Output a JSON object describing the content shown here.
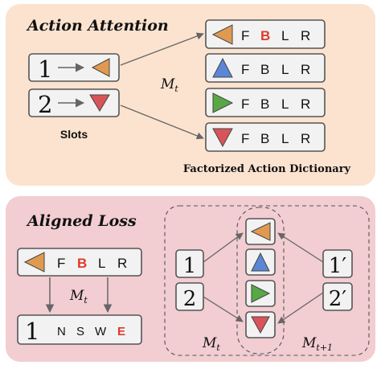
{
  "top_panel": {
    "title": "Action Attention",
    "slots_label": "Slots",
    "transform_label": "M",
    "transform_sub": "t",
    "dictionary_label": "Factorized Action Dictionary",
    "slots": [
      {
        "index": "1",
        "shape": "triangle-left",
        "color": "#e09a50"
      },
      {
        "index": "2",
        "shape": "triangle-down",
        "color": "#d9545a"
      }
    ],
    "dictionary_rows": [
      {
        "shape": "triangle-left",
        "color": "#e09a50",
        "letters": [
          "F",
          "B",
          "L",
          "R"
        ],
        "highlight": "B"
      },
      {
        "shape": "triangle-up",
        "color": "#5a86d6",
        "letters": [
          "F",
          "B",
          "L",
          "R"
        ],
        "highlight": ""
      },
      {
        "shape": "triangle-right",
        "color": "#58a845",
        "letters": [
          "F",
          "B",
          "L",
          "R"
        ],
        "highlight": ""
      },
      {
        "shape": "triangle-down",
        "color": "#d9545a",
        "letters": [
          "F",
          "B",
          "L",
          "R"
        ],
        "highlight": ""
      }
    ]
  },
  "bottom_panel": {
    "title": "Aligned Loss",
    "left": {
      "top_row": {
        "shape": "triangle-left",
        "color": "#e09a50",
        "letters": [
          "F",
          "B",
          "L",
          "R"
        ],
        "highlight": "B"
      },
      "transform_label": "M",
      "transform_sub": "t",
      "bottom_row": {
        "index": "1",
        "letters": [
          "N",
          "S",
          "W",
          "E"
        ],
        "highlight": "E"
      }
    },
    "right": {
      "left_indices": [
        "1",
        "2"
      ],
      "right_indices": [
        "1′",
        "2′"
      ],
      "shapes": [
        {
          "shape": "triangle-left",
          "color": "#e09a50"
        },
        {
          "shape": "triangle-up",
          "color": "#5a86d6"
        },
        {
          "shape": "triangle-right",
          "color": "#58a845"
        },
        {
          "shape": "triangle-down",
          "color": "#d9545a"
        }
      ],
      "label_left": "M",
      "label_left_sub": "t",
      "label_right": "M",
      "label_right_sub": "t+1"
    }
  },
  "colors": {
    "top_bg": "#fbe3cf",
    "bottom_bg": "#f2cdd2",
    "box_fill": "#f2f2f2",
    "box_stroke": "#555555",
    "highlight": "#e03a2a",
    "arrow": "#666666"
  }
}
